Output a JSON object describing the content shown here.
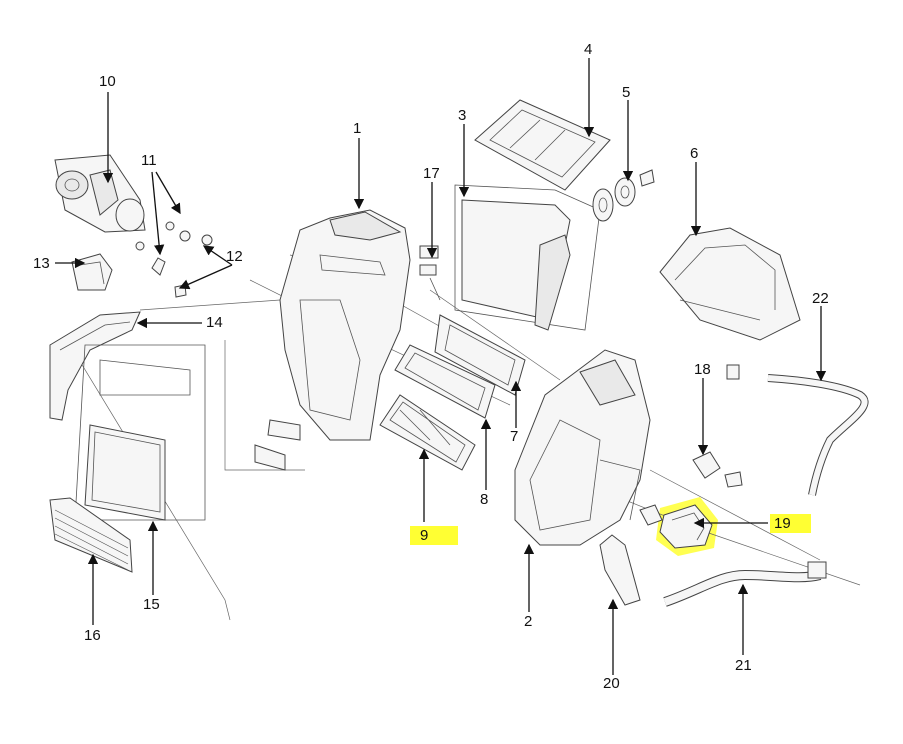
{
  "callouts": [
    {
      "id": "c1",
      "text": "1"
    },
    {
      "id": "c2",
      "text": "2"
    },
    {
      "id": "c3",
      "text": "3"
    },
    {
      "id": "c4",
      "text": "4"
    },
    {
      "id": "c5",
      "text": "5"
    },
    {
      "id": "c6",
      "text": "6"
    },
    {
      "id": "c7",
      "text": "7"
    },
    {
      "id": "c8",
      "text": "8"
    },
    {
      "id": "c9",
      "text": "9"
    },
    {
      "id": "c10",
      "text": "10"
    },
    {
      "id": "c11",
      "text": "11"
    },
    {
      "id": "c12",
      "text": "12"
    },
    {
      "id": "c13",
      "text": "13"
    },
    {
      "id": "c14",
      "text": "14"
    },
    {
      "id": "c15",
      "text": "15"
    },
    {
      "id": "c16",
      "text": "16"
    },
    {
      "id": "c17",
      "text": "17"
    },
    {
      "id": "c18",
      "text": "18"
    },
    {
      "id": "c19",
      "text": "19"
    },
    {
      "id": "c20",
      "text": "20"
    },
    {
      "id": "c21",
      "text": "21"
    },
    {
      "id": "c22",
      "text": "22"
    }
  ],
  "highlight_color": "#ffff33",
  "highlighted_callouts": [
    "9",
    "19"
  ]
}
